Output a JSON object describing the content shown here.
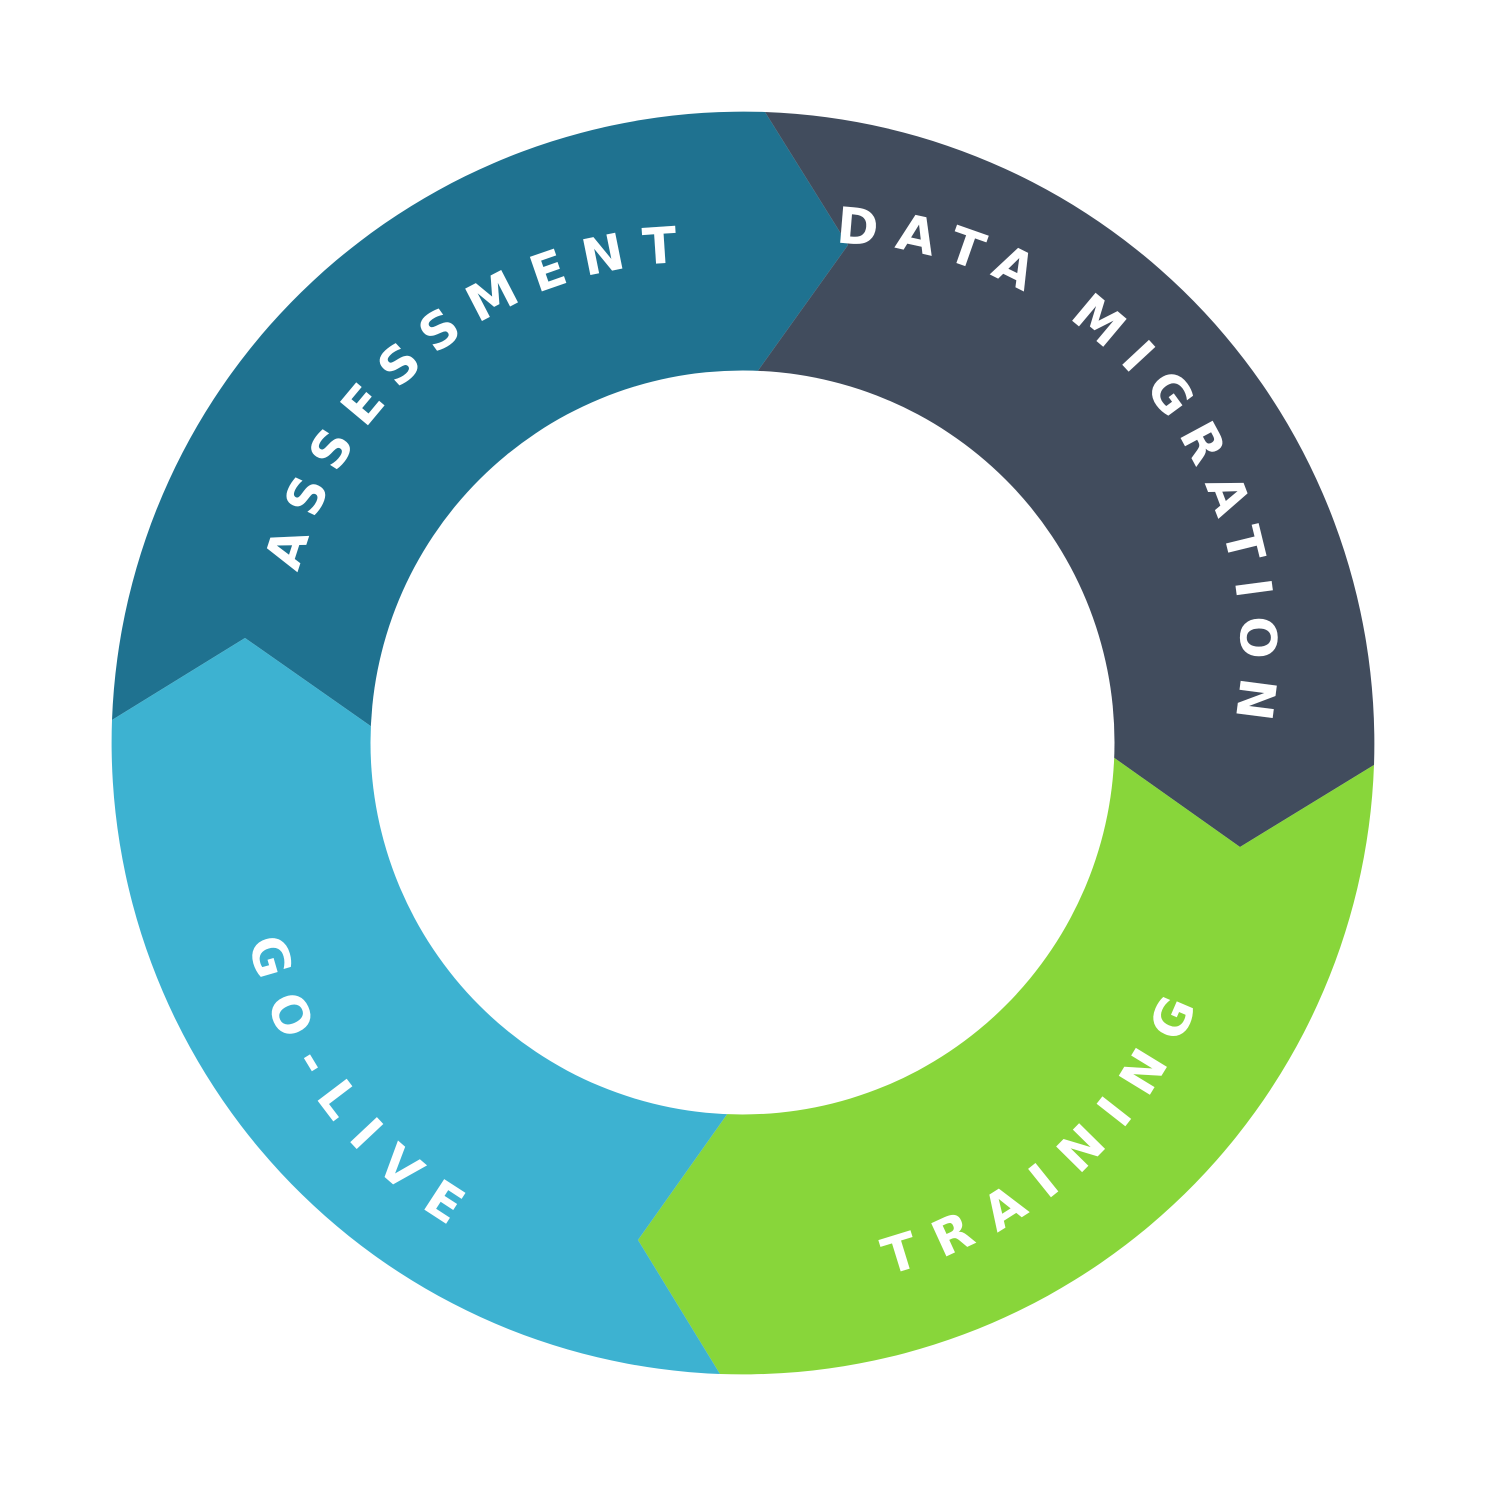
{
  "diagram": {
    "segments": [
      {
        "id": "assessment",
        "label": "ASSESSMENT",
        "color": "#1f7290"
      },
      {
        "id": "data-migration",
        "label": "DATA MIGRATION",
        "color": "#414c5d"
      },
      {
        "id": "training",
        "label": "TRAINING",
        "color": "#88d63a"
      },
      {
        "id": "go-live",
        "label": "GO-LIVE",
        "color": "#3db2d1"
      }
    ],
    "background": "#ffffff"
  }
}
